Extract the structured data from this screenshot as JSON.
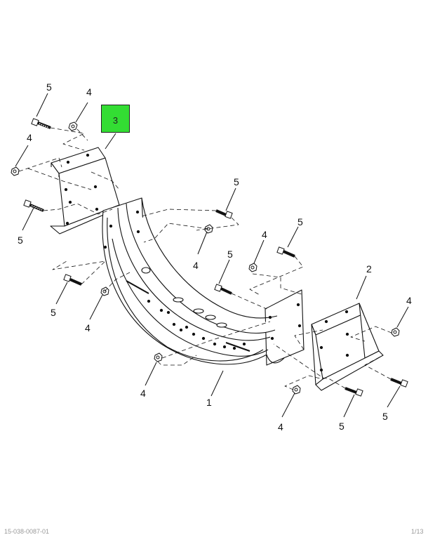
{
  "highlight": {
    "label": "3",
    "color": "#33dd33"
  },
  "callouts": {
    "c5_top_left": "5",
    "c4_top": "4",
    "c4_left": "4",
    "c5_left": "5",
    "c5_mid": "5",
    "c4_mid": "4",
    "c4_center_right": "4",
    "c5_center_right": "5",
    "c5_center": "5",
    "c4_center": "4",
    "c5_bottom_left": "5",
    "c4_bottom_left": "4",
    "c2": "2",
    "c4_right": "4",
    "c4_bottom": "4",
    "c1": "1",
    "c4_bottom_right": "4",
    "c5_bottom_right": "5",
    "c5_far_right": "5"
  },
  "footer": {
    "left": "15-038-0087-01",
    "right": "1/13"
  }
}
